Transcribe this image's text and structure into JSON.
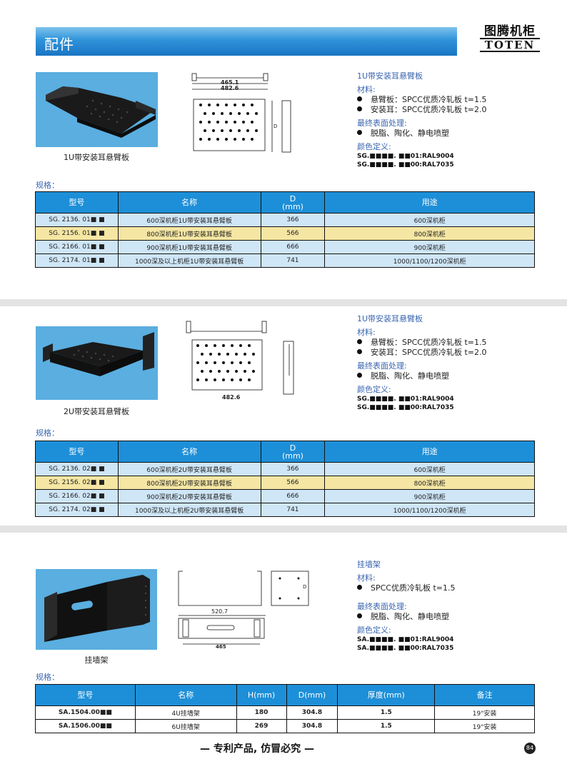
{
  "header": {
    "title": "配件"
  },
  "logo": {
    "cn": "图腾机柜",
    "en": "TOTEN"
  },
  "section1": {
    "caption": "1U带安装耳悬臂板",
    "dims": {
      "d1": "465.1",
      "d2": "482.6",
      "side": "D"
    },
    "spec": {
      "title": "1U带安装耳悬臂板",
      "material_label": "材料:",
      "materials": [
        "悬臂板：SPCC优质冷轧板 t=1.5",
        "安装耳：SPCC优质冷轧板 t=2.0"
      ],
      "finish_label": "最终表面处理:",
      "finish": "脱脂、陶化、静电喷塑",
      "color_label": "颜色定义:",
      "codes": [
        "SG.■■■■. ■■01:RAL9004",
        "SG.■■■■. ■■00:RAL7035"
      ]
    },
    "guige": "规格：",
    "table": {
      "headers": [
        "型号",
        "名称",
        "D\n(mm)",
        "用途"
      ],
      "rows": [
        [
          "SG. 2136. 01■ ■",
          "600深机柜1U带安装耳悬臂板",
          "366",
          "600深机柜"
        ],
        [
          "SG. 2156. 01■ ■",
          "800深机柜1U带安装耳悬臂板",
          "566",
          "800深机柜"
        ],
        [
          "SG. 2166. 01■ ■",
          "900深机柜1U带安装耳悬臂板",
          "666",
          "900深机柜"
        ],
        [
          "SG. 2174. 01■ ■",
          "1000深及以上机柜1U带安装耳悬臂板",
          "741",
          "1000/1100/1200深机柜"
        ]
      ]
    }
  },
  "section2": {
    "caption": "2U带安装耳悬臂板",
    "dims": {
      "d1": "482.6"
    },
    "spec": {
      "title": "1U带安装耳悬臂板",
      "material_label": "材料:",
      "materials": [
        "悬臂板：SPCC优质冷轧板 t=1.5",
        "安装耳：SPCC优质冷轧板 t=2.0"
      ],
      "finish_label": "最终表面处理:",
      "finish": "脱脂、陶化、静电喷塑",
      "color_label": "颜色定义:",
      "codes": [
        "SG.■■■■. ■■01:RAL9004",
        "SG.■■■■. ■■00:RAL7035"
      ]
    },
    "guige": "规格：",
    "table": {
      "headers": [
        "型号",
        "名称",
        "D\n(mm)",
        "用途"
      ],
      "rows": [
        [
          "SG. 2136. 02■ ■",
          "600深机柜2U带安装耳悬臂板",
          "366",
          "600深机柜"
        ],
        [
          "SG. 2156. 02■ ■",
          "800深机柜2U带安装耳悬臂板",
          "566",
          "800深机柜"
        ],
        [
          "SG. 2166. 02■ ■",
          "900深机柜2U带安装耳悬臂板",
          "666",
          "900深机柜"
        ],
        [
          "SG. 2174. 02■ ■",
          "1000深及以上机柜2U带安装耳悬臂板",
          "741",
          "1000/1100/1200深机柜"
        ]
      ]
    }
  },
  "section3": {
    "caption": "挂墙架",
    "dims": {
      "d1": "520.7",
      "d2": "465",
      "side": "D"
    },
    "spec": {
      "title": "挂墙架",
      "material_label": "材料:",
      "materials": [
        "SPCC优质冷轧板 t=1.5"
      ],
      "finish_label": "最终表面处理:",
      "finish": "脱脂、陶化、静电喷塑",
      "color_label": "颜色定义:",
      "codes": [
        "SA.■■■■. ■■01:RAL9004",
        "SA.■■■■. ■■00:RAL7035"
      ]
    },
    "guige": "规格：",
    "table": {
      "headers": [
        "型号",
        "名称",
        "H(mm)",
        "D(mm)",
        "厚度(mm)",
        "备注"
      ],
      "rows": [
        [
          "SA.1504.00■■",
          "4U挂墙架",
          "180",
          "304.8",
          "1.5",
          "19\"安装"
        ],
        [
          "SA.1506.00■■",
          "6U挂墙架",
          "269",
          "304.8",
          "1.5",
          "19\"安装"
        ]
      ]
    }
  },
  "footer": {
    "text": "— 专利产品, 仿冒必究 —",
    "page": "84"
  }
}
